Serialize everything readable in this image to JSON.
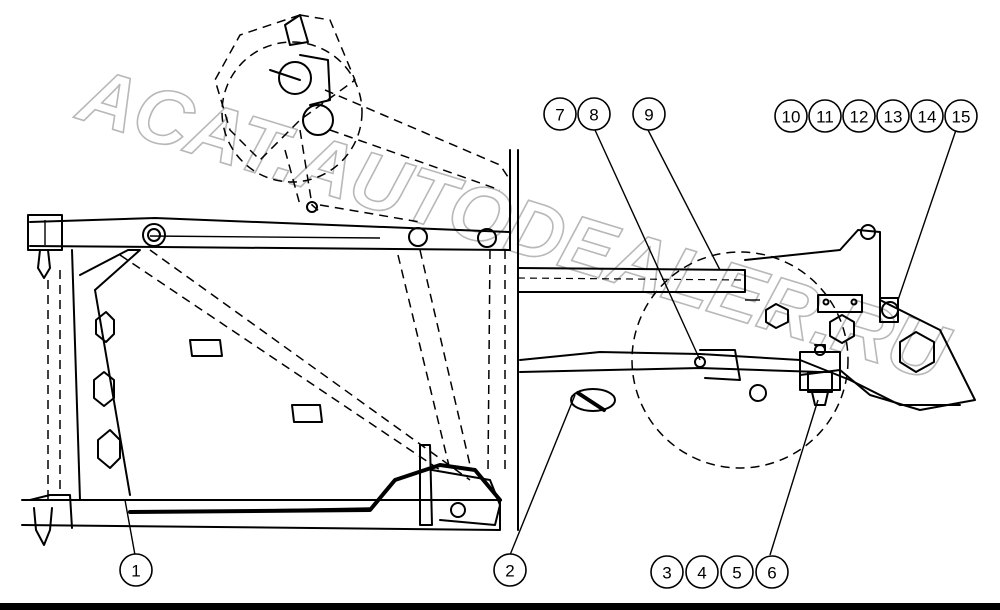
{
  "watermark": "ACAT.AUTODEALER.RU",
  "callouts": [
    {
      "id": "c1",
      "label": "1"
    },
    {
      "id": "c2",
      "label": "2"
    },
    {
      "id": "c3",
      "label": "3"
    },
    {
      "id": "c4",
      "label": "4"
    },
    {
      "id": "c5",
      "label": "5"
    },
    {
      "id": "c6",
      "label": "6"
    },
    {
      "id": "c7",
      "label": "7"
    },
    {
      "id": "c8",
      "label": "8"
    },
    {
      "id": "c9",
      "label": "9"
    },
    {
      "id": "c10",
      "label": "10"
    },
    {
      "id": "c11",
      "label": "11"
    },
    {
      "id": "c12",
      "label": "12"
    },
    {
      "id": "c13",
      "label": "13"
    },
    {
      "id": "c14",
      "label": "14"
    },
    {
      "id": "c15",
      "label": "15"
    }
  ]
}
